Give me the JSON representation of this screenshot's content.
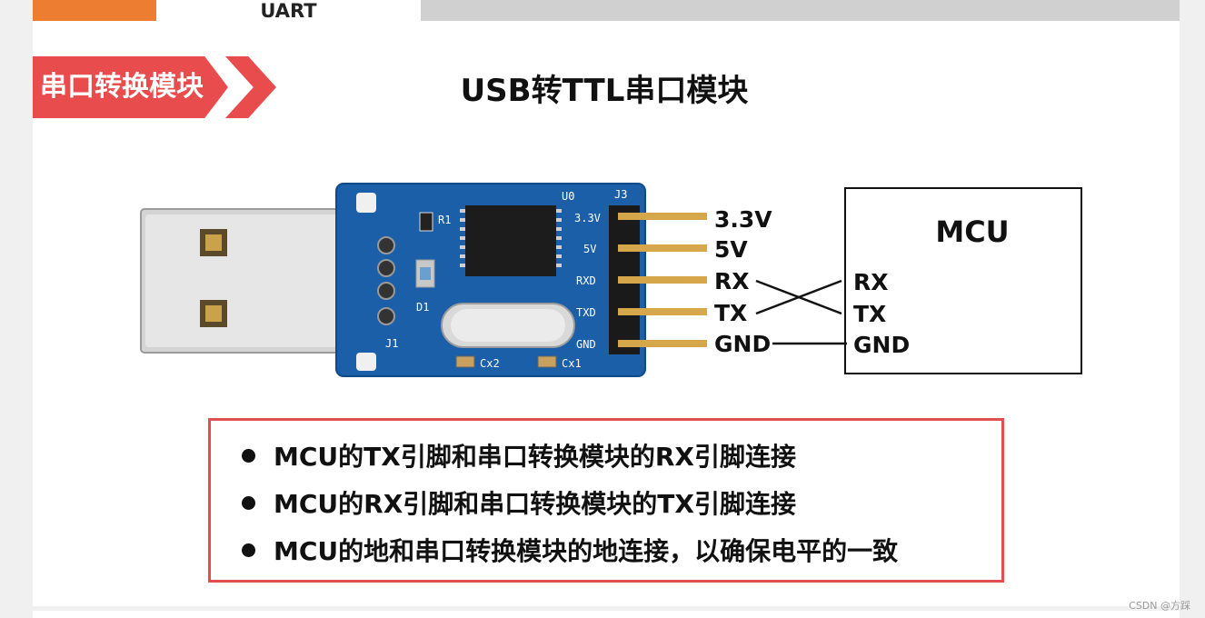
{
  "header": {
    "tab_label": "UART"
  },
  "section": {
    "label": "串口转换模块"
  },
  "slide": {
    "title": "USB转TTL串口模块"
  },
  "module": {
    "pcb_labels": [
      "U0",
      "J3",
      "R1",
      "D1",
      "J1",
      "Cx2",
      "Cx1",
      "3.3V",
      "5V",
      "RXD",
      "TXD",
      "GND"
    ]
  },
  "module_pins": [
    "3.3V",
    "5V",
    "RX",
    "TX",
    "GND"
  ],
  "mcu": {
    "title": "MCU",
    "pins": [
      "RX",
      "TX",
      "GND"
    ]
  },
  "notes": [
    "MCU的TX引脚和串口转换模块的RX引脚连接",
    "MCU的RX引脚和串口转换模块的TX引脚连接",
    "MCU的地和串口转换模块的地连接，以确保电平的一致"
  ],
  "watermark": "CSDN @方踩",
  "colors": {
    "accent_red": "#e84c4c",
    "tab_orange": "#ed7d31",
    "pcb_blue": "#1a5fa8"
  }
}
